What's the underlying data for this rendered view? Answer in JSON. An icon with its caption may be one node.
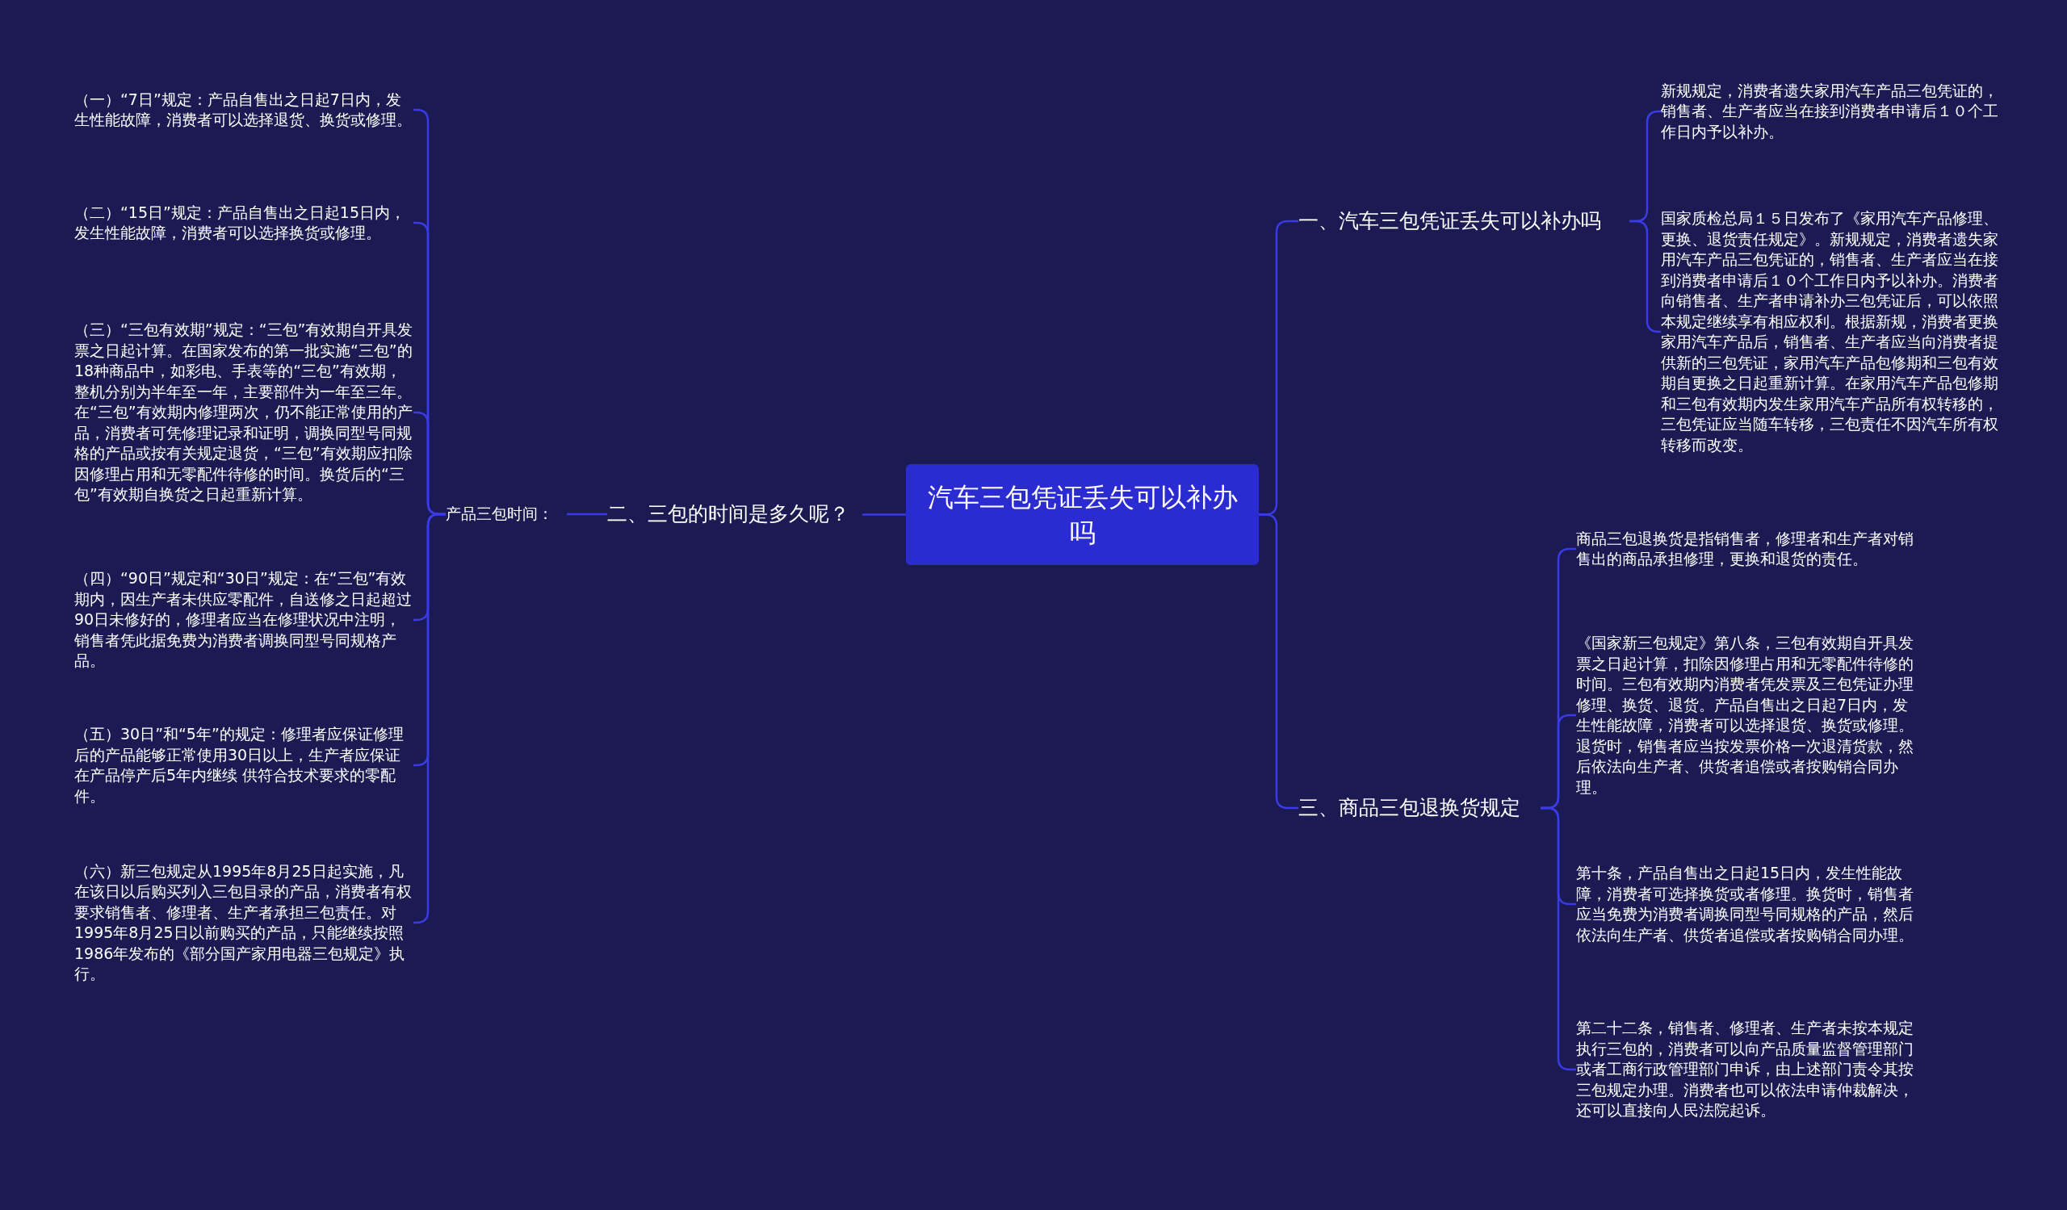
{
  "diagram": {
    "nodes": [
      {
        "text": [
          "汽车三包凭证丢失可以补办吗"
        ]
      },
      {
        "text": [
          "一、汽车三包凭证丢失可以补办吗"
        ]
      },
      {
        "text": [
          "新规规定，消费者遗失家用汽车产品三包凭证的，销售者、生产者应当在接到消费者申请后１０个工作日内予以补办。"
        ]
      },
      {
        "text": [
          "国家质检总局１５日发布了《家用汽车产品修理、更换、退货责任规定》。新规规定，消费者遗失家用汽车产品三包凭证的，销售者、生产者应当在接到消费者申请后１０个工作日内予以补办。消费者向销售者、生产者申请补办三包凭证后，可以依照本规定继续享有相应权利。根据新规，消费者更换家用汽车产品后，销售者、生产者应当向消费者提供新的三包凭证，家用汽车产品包修期和三包有效期自更换之日起重新计算。在家用汽车产品包修期和三包有效期内发生家用汽车产品所有权转移的，三包凭证应当随车转移，三包责任不因汽车所有权转移而改变。"
        ]
      },
      {
        "text": [
          "二、三包的时间是多久呢？"
        ]
      },
      {
        "text": [
          "产品三包时间："
        ]
      },
      {
        "text": [
          "（一）“7日”规定：产品自售出之日起7日内，发生性能故障，消费者可以选择退货、换货或修理。"
        ]
      },
      {
        "text": [
          "（二）“15日”规定：产品自售出之日起15日内，发生性能故障，消费者可以选择换货或修理。"
        ]
      },
      {
        "text": [
          "（三）“三包有效期”规定：“三包”有效期自开具发票之日起计算。在国家发布的第一批实施“三包”的18种商品中，如彩电、手表等的“三包”有效期，整机分别为半年至一年，主要部件为一年至三年。在“三包”有效期内修理两次，仍不能正常使用的产品，消费者可凭修理记录和证明，调换同型号同规格的产品或按有关规定退货，“三包”有效期应扣除因修理占用和无零配件待修的时间。换货后的“三包”有效期自换货之日起重新计算。"
        ]
      },
      {
        "text": [
          "（四）“90日”规定和“30日”规定：在“三包”有效期内，因生产者未供应零配件，自送修之日起超过90日未修好的，修理者应当在修理状况中注明，销售者凭此据免费为消费者调换同型号同规格产品。"
        ]
      },
      {
        "text": [
          "（五）30日”和“5年”的规定：修理者应保证修理后的产品能够正常使用30日以上，生产者应保证在产品停产后5年内继续 供符合技术要求的零配件。"
        ]
      },
      {
        "text": [
          "（六）新三包规定从1995年8月25日起实施，凡在该日以后购买列入三包目录的产品，消费者有权要求销售者、修理者、生产者承担三包责任。对1995年8月25日以前购买的产品，只能继续按照1986年发布的《部分国产家用电器三包规定》执行。"
        ]
      },
      {
        "text": [
          "三、商品三包退换货规定"
        ]
      },
      {
        "text": [
          "商品三包退换货是指销售者，修理者和生产者对销售出的商品承担修理，更换和退货的责任。"
        ]
      },
      {
        "text": [
          "《国家新三包规定》第八条，三包有效期自开具发票之日起计算，扣除因修理占用和无零配件待修的时间。三包有效期内消费者凭发票及三包凭证办理修理、换货、退货。产品自售出之日起7日内，发生性能故障，消费者可以选择退货、换货或修理。退货时，销售者应当按发票价格一次退清货款，然后依法向生产者、供货者追偿或者按购销合同办理。"
        ]
      },
      {
        "text": [
          "第十条，产品自售出之日起15日内，发生性能故障，消费者可选择换货或者修理。换货时，销售者应当免费为消费者调换同型号同规格的产品，然后依法向生产者、供货者追偿或者按购销合同办理。"
        ]
      },
      {
        "text": [
          "第二十二条，销售者、修理者、生产者未按本规定执行三包的，消费者可以向产品质量监督管理部门或者工商行政管理部门申诉，由上述部门责令其按三包规定办理。消费者也可以依法申请仲裁解决，还可以直接向人民法院起诉。"
        ]
      }
    ],
    "edges": [
      {
        "from": 0,
        "to": 1,
        "arrow": "none"
      },
      {
        "from": 1,
        "to": 2,
        "arrow": "none"
      },
      {
        "from": 1,
        "to": 3,
        "arrow": "none"
      },
      {
        "from": 0,
        "to": 4,
        "arrow": "none"
      },
      {
        "from": 4,
        "to": 5,
        "arrow": "none"
      },
      {
        "from": 5,
        "to": 6,
        "arrow": "none"
      },
      {
        "from": 5,
        "to": 7,
        "arrow": "none"
      },
      {
        "from": 5,
        "to": 8,
        "arrow": "none"
      },
      {
        "from": 5,
        "to": 9,
        "arrow": "none"
      },
      {
        "from": 5,
        "to": 10,
        "arrow": "none"
      },
      {
        "from": 5,
        "to": 11,
        "arrow": "none"
      },
      {
        "from": 0,
        "to": 12,
        "arrow": "none"
      },
      {
        "from": 12,
        "to": 13,
        "arrow": "none"
      },
      {
        "from": 12,
        "to": 14,
        "arrow": "none"
      },
      {
        "from": 12,
        "to": 15,
        "arrow": "none"
      },
      {
        "from": 12,
        "to": 16,
        "arrow": "none"
      }
    ]
  }
}
